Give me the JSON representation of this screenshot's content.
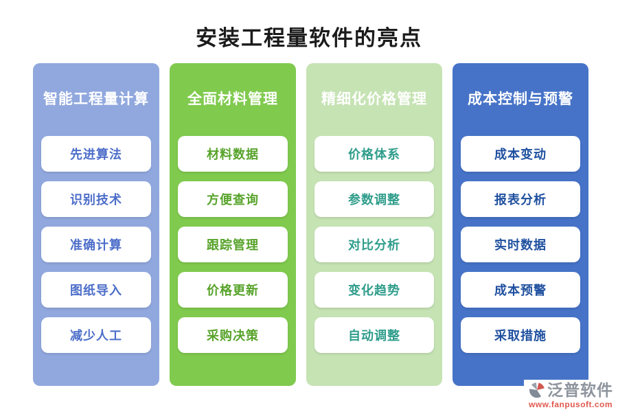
{
  "title": "安装工程量软件的亮点",
  "columns": [
    {
      "id": "smart-quantity-calculation",
      "header": "智能工程量计算",
      "bg_color": "#91a8de",
      "item_text_color": "#4d6ec9",
      "items": [
        "先进算法",
        "识别技术",
        "准确计算",
        "图纸导入",
        "减少人工"
      ]
    },
    {
      "id": "material-management",
      "header": "全面材料管理",
      "bg_color": "#80ca4e",
      "item_text_color": "#57a32a",
      "items": [
        "材料数据",
        "方便查询",
        "跟踪管理",
        "价格更新",
        "采购决策"
      ]
    },
    {
      "id": "refined-price-management",
      "header": "精细化价格管理",
      "bg_color": "#c6e3b4",
      "item_text_color": "#2f9d8b",
      "items": [
        "价格体系",
        "参数调整",
        "对比分析",
        "变化趋势",
        "自动调整"
      ]
    },
    {
      "id": "cost-control-warning",
      "header": "成本控制与预警",
      "bg_color": "#4673c8",
      "item_text_color": "#1f509f",
      "items": [
        "成本变动",
        "报表分析",
        "实时数据",
        "成本预警",
        "采取措施"
      ]
    }
  ],
  "footer": {
    "brand": "泛普软件",
    "website": "www.fanpusoft.com",
    "brand_color": "#8e949d",
    "website_color": "#e0584e",
    "logo_red": "#d2574e",
    "logo_gray": "#828b98"
  }
}
